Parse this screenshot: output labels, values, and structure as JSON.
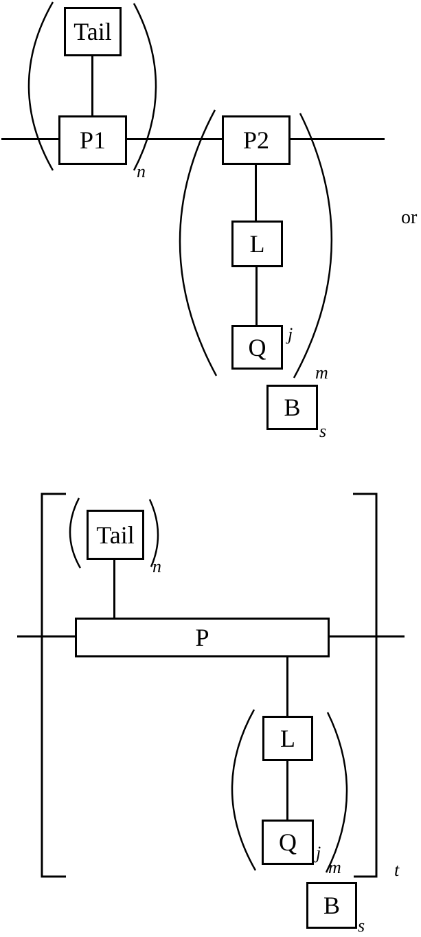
{
  "colors": {
    "ink": "#000000",
    "background": "#ffffff"
  },
  "connector_word": "or",
  "formula1": {
    "boxes": {
      "tail": "Tail",
      "p1": "P1",
      "p2": "P2",
      "l": "L",
      "q": "Q",
      "b": "B"
    },
    "subscripts": {
      "n": "n",
      "j": "j",
      "m": "m",
      "s": "s"
    }
  },
  "formula2": {
    "boxes": {
      "tail": "Tail",
      "p": "P",
      "l": "L",
      "q": "Q",
      "b": "B"
    },
    "subscripts": {
      "n": "n",
      "j": "j",
      "m": "m",
      "s": "s",
      "t": "t"
    }
  }
}
